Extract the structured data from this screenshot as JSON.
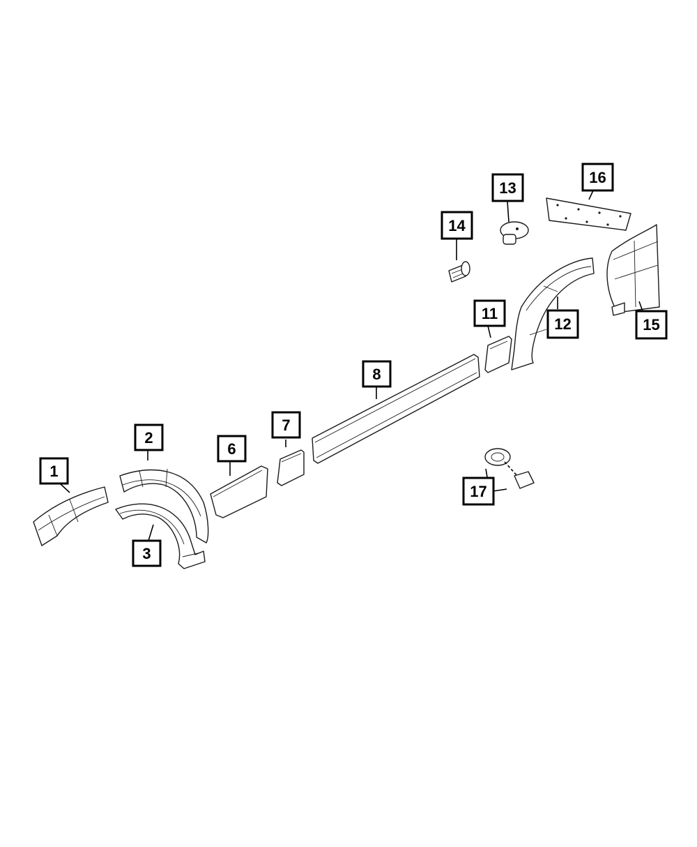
{
  "callouts": [
    {
      "id": "c1",
      "label": "1"
    },
    {
      "id": "c2",
      "label": "2"
    },
    {
      "id": "c3",
      "label": "3"
    },
    {
      "id": "c6",
      "label": "6"
    },
    {
      "id": "c7",
      "label": "7"
    },
    {
      "id": "c8",
      "label": "8"
    },
    {
      "id": "c11",
      "label": "11"
    },
    {
      "id": "c12",
      "label": "12"
    },
    {
      "id": "c13",
      "label": "13"
    },
    {
      "id": "c14",
      "label": "14"
    },
    {
      "id": "c15",
      "label": "15"
    },
    {
      "id": "c16",
      "label": "16"
    },
    {
      "id": "c17",
      "label": "17"
    }
  ],
  "colors": {
    "line": "#1a1a1a",
    "background": "#ffffff",
    "callout_border": "#000000"
  }
}
